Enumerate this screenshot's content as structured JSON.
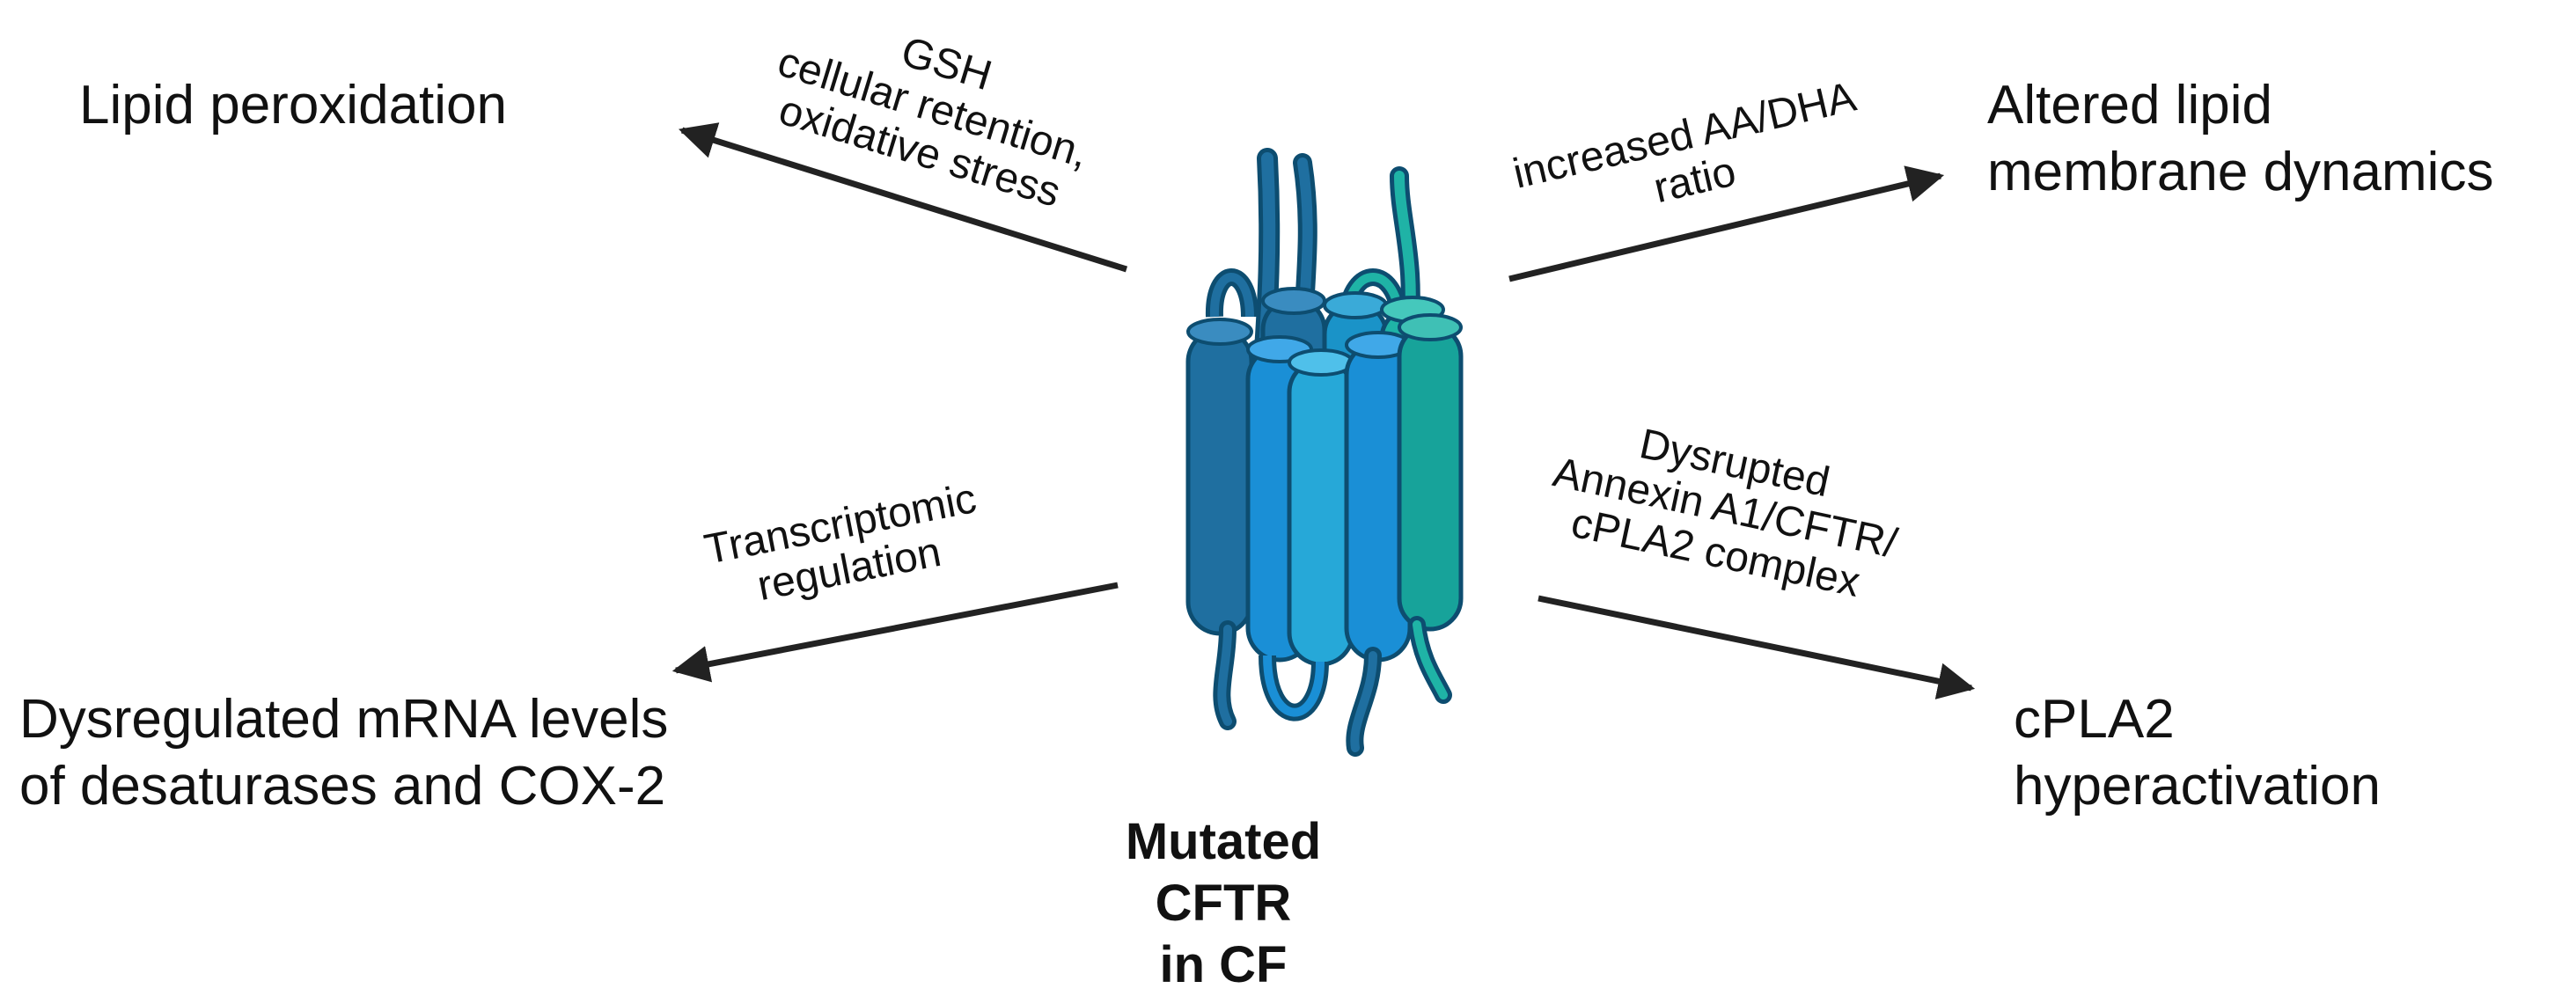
{
  "outcomes": {
    "top_left": [
      "Lipid peroxidation"
    ],
    "top_right": [
      "Altered lipid",
      "membrane dynamics"
    ],
    "bottom_left": [
      "Dysregulated mRNA levels",
      "of desaturases and COX-2"
    ],
    "bottom_right": [
      "cPLA2",
      "hyperactivation"
    ]
  },
  "mechanisms": {
    "top_left": [
      "GSH",
      "cellular retention,",
      "oxidative stress"
    ],
    "top_right": [
      "increased AA/DHA",
      "ratio"
    ],
    "bottom_left": [
      "Transcriptomic",
      "regulation"
    ],
    "bottom_right": [
      "Dysrupted",
      "Annexin A1/CFTR/",
      "cPLA2 complex"
    ]
  },
  "center_label": [
    "Mutated CFTR",
    "in CF"
  ],
  "colors": {
    "arrow": "#222222",
    "helix_dark": "#1f6fa0",
    "helix_mid": "#1a8fd6",
    "helix_light": "#26a8d8",
    "helix_teal": "#1fb3a6",
    "outline": "#0d4d70"
  }
}
